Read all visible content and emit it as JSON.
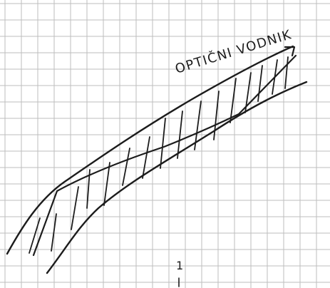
{
  "diagram": {
    "label": "OPTIČNI VODNIK",
    "mark": "1",
    "paper": "squared-paper",
    "ink_color": "#1c1c1c",
    "grid_color": "#bdbdbd",
    "background_color": "#ffffff"
  }
}
